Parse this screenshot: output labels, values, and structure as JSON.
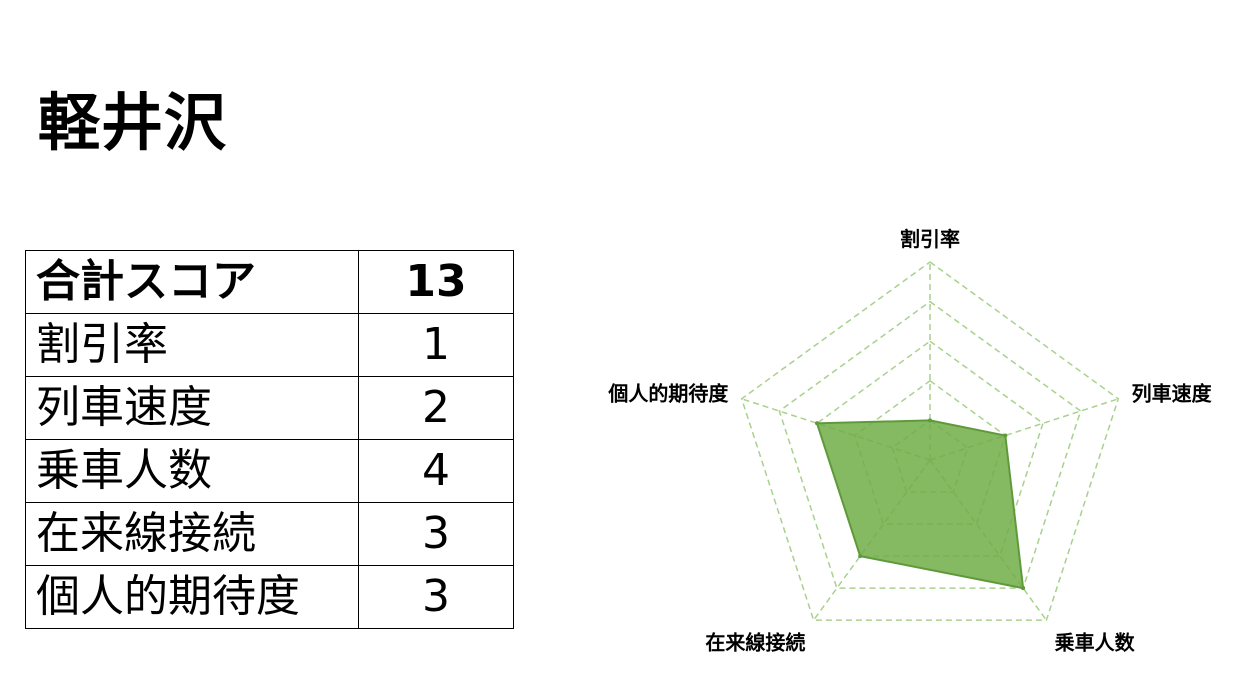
{
  "title": "軽井沢",
  "table": {
    "total": {
      "label": "合計スコア",
      "value": "13"
    },
    "rows": [
      {
        "label": "割引率",
        "value": "1"
      },
      {
        "label": "列車速度",
        "value": "2"
      },
      {
        "label": "乗車人数",
        "value": "4"
      },
      {
        "label": "在来線接続",
        "value": "3"
      },
      {
        "label": "個人的期待度",
        "value": "3"
      }
    ]
  },
  "chart_data": {
    "type": "radar",
    "categories": [
      "割引率",
      "列車速度",
      "乗車人数",
      "在来線接続",
      "個人的期待度"
    ],
    "values": [
      1,
      2,
      4,
      3,
      3
    ],
    "rmax": 5,
    "grid": true,
    "colors": {
      "fill": "#70ad47",
      "stroke": "#5f9a3a",
      "grid": "#a9d18e"
    }
  }
}
